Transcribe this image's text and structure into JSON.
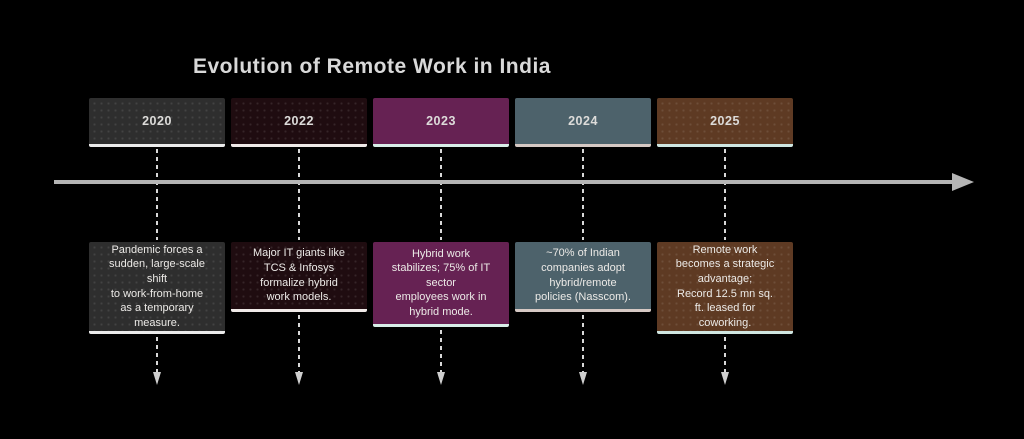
{
  "title": "Evolution of Remote Work in India",
  "colors": {
    "background": "#000000",
    "title_text": "#d9d9d9",
    "axis": "#b5b5b5",
    "connector": "#d8d8d8",
    "box_text": "#eceae7"
  },
  "items": [
    {
      "year": "2020",
      "description": "Pandemic forces a\nsudden, large-scale\nshift\nto work-from-home\nas a temporary\nmeasure.",
      "box_color": "#2e2e2e",
      "accent_color": "#ebebeb"
    },
    {
      "year": "2022",
      "description": "Major IT giants like\nTCS & Infosys\nformalize hybrid\nwork models.",
      "box_color": "#1f0c10",
      "accent_color": "#f0eae8"
    },
    {
      "year": "2023",
      "description": "Hybrid work\nstabilizes; 75% of IT\nsector\nemployees work in\nhybrid mode.",
      "box_color": "#662253",
      "accent_color": "#d9efe9"
    },
    {
      "year": "2024",
      "description": "~70% of Indian\ncompanies adopt\nhybrid/remote\npolicies (Nasscom).",
      "box_color": "#4d626b",
      "accent_color": "#d6c9c4"
    },
    {
      "year": "2025",
      "description": "Remote work\nbecomes a strategic\nadvantage;\nRecord 12.5 mn sq.\nft. leased for\ncoworking.",
      "box_color": "#5e3a23",
      "accent_color": "#cfe6e1"
    }
  ]
}
